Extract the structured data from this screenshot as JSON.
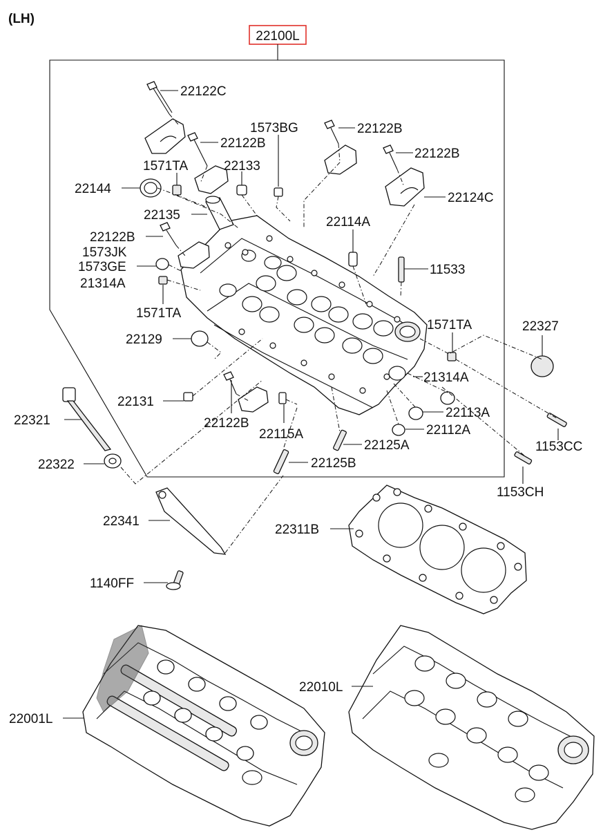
{
  "header": {
    "side_label": "(LH)"
  },
  "assembly": {
    "label": "22100L",
    "highlight_color": "#e0302a"
  },
  "parts": [
    {
      "id": "22122C"
    },
    {
      "id": "22122B"
    },
    {
      "id": "1573BG"
    },
    {
      "id": "22122B"
    },
    {
      "id": "1571TA"
    },
    {
      "id": "22133"
    },
    {
      "id": "22122B"
    },
    {
      "id": "22144"
    },
    {
      "id": "22124C"
    },
    {
      "id": "22135"
    },
    {
      "id": "22114A"
    },
    {
      "id": "22122B"
    },
    {
      "id": "1573JK"
    },
    {
      "id": "1573GE"
    },
    {
      "id": "11533"
    },
    {
      "id": "21314A"
    },
    {
      "id": "1571TA"
    },
    {
      "id": "1571TA"
    },
    {
      "id": "22327"
    },
    {
      "id": "22129"
    },
    {
      "id": "21314A"
    },
    {
      "id": "22131"
    },
    {
      "id": "22113A"
    },
    {
      "id": "22321"
    },
    {
      "id": "22122B"
    },
    {
      "id": "22112A"
    },
    {
      "id": "22115A"
    },
    {
      "id": "1153CC"
    },
    {
      "id": "22125A"
    },
    {
      "id": "22322"
    },
    {
      "id": "22125B"
    },
    {
      "id": "1153CH"
    },
    {
      "id": "22341"
    },
    {
      "id": "22311B"
    },
    {
      "id": "1140FF"
    },
    {
      "id": "22010L"
    },
    {
      "id": "22001L"
    }
  ]
}
